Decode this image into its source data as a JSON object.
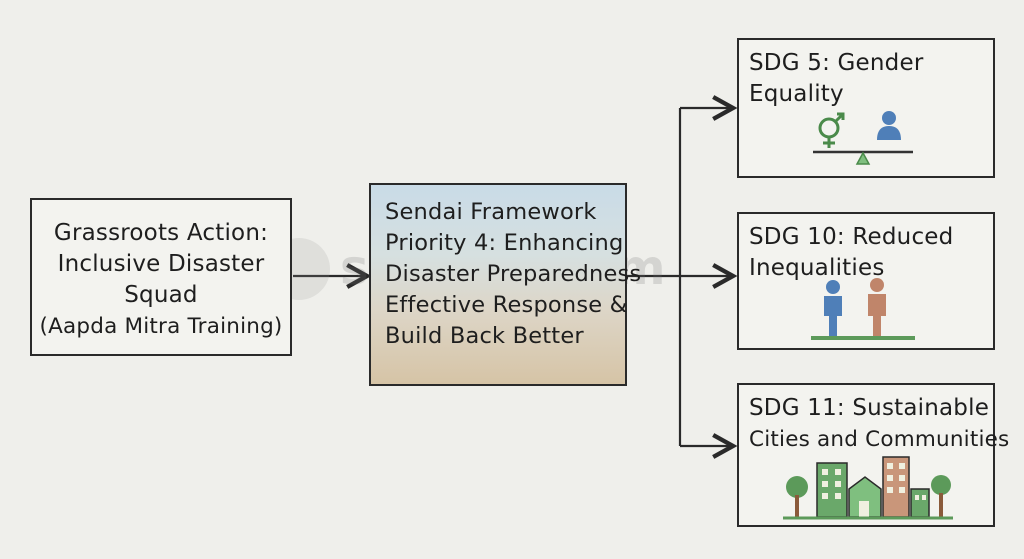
{
  "nodes": {
    "grassroots": {
      "lines": [
        "Grassroots Action:",
        "Inclusive Disaster",
        "Squad",
        "(Aapda Mitra Training)"
      ]
    },
    "sendai": {
      "lines": [
        "Sendai Framework",
        "Priority 4: Enhancing",
        "Disaster Preparedness",
        "Effective Response &",
        "Build Back Better"
      ]
    },
    "sdg5": {
      "lines": [
        "SDG 5: Gender",
        "Equality"
      ]
    },
    "sdg10": {
      "lines": [
        "SDG 10: Reduced",
        "Inequalities"
      ]
    },
    "sdg11": {
      "lines": [
        "SDG 11: Sustainable",
        "Cities and Communities"
      ]
    }
  },
  "icons": {
    "sdg5": "gender-balance-icon",
    "sdg10": "two-people-icon",
    "sdg11": "city-buildings-icon"
  },
  "colors": {
    "accent_blue": "#4f7fb8",
    "accent_green": "#5c9a5a",
    "accent_brown": "#b07a58"
  },
  "watermark": "superkalam"
}
